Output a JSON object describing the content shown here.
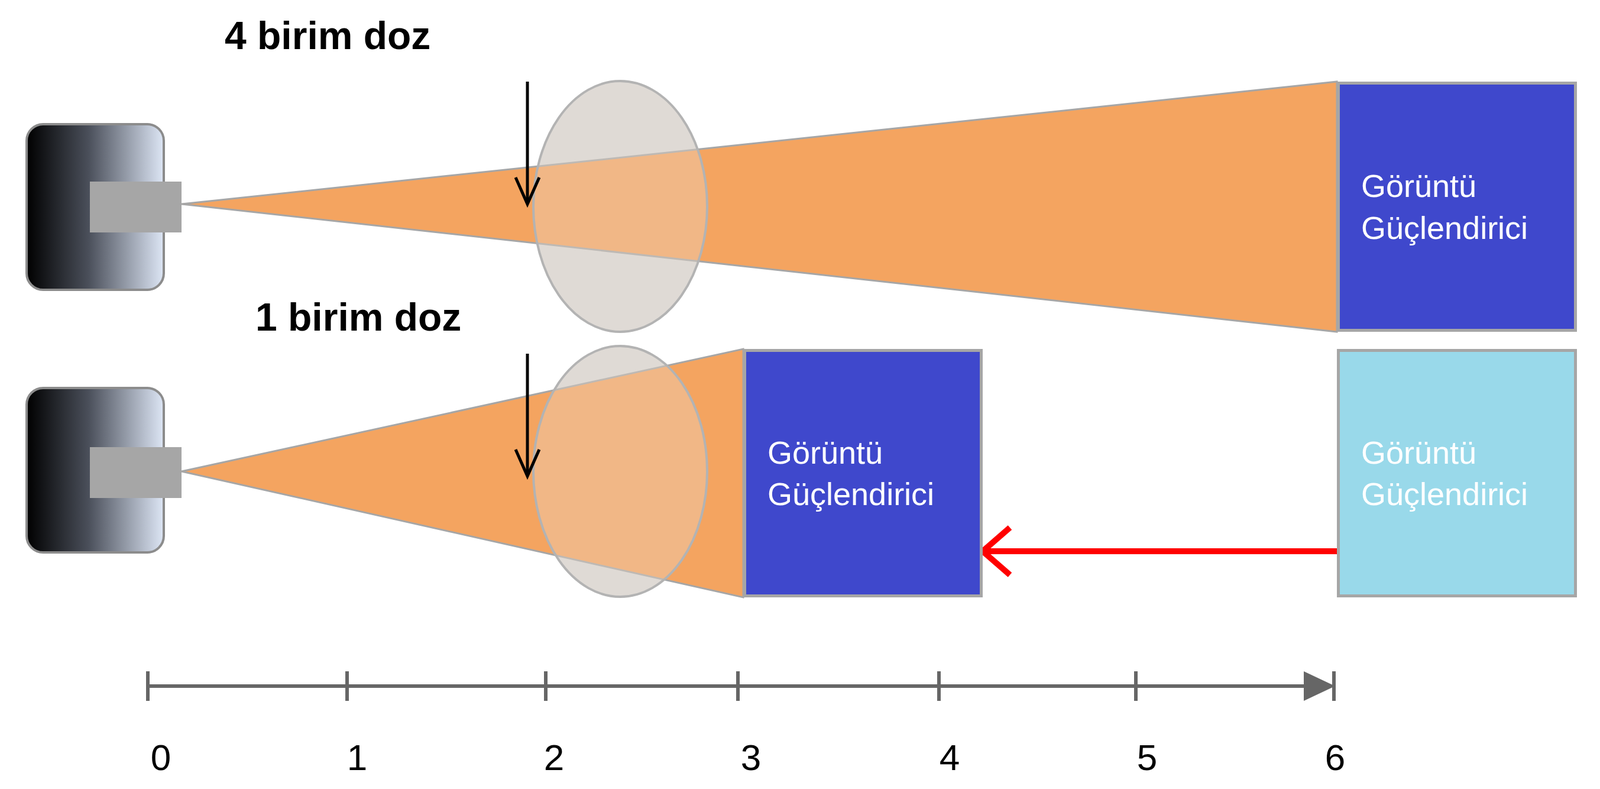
{
  "diagram": {
    "nodes": [
      {
        "text": [
          "Görüntü Güçlendirici"
        ]
      },
      {
        "text": [
          "Görüntü Güçlendirici"
        ]
      },
      {
        "text": [
          "Görüntü Güçlendirici"
        ]
      }
    ],
    "edges": [
      {
        "from": 2,
        "to": 1,
        "arrow": "to"
      }
    ],
    "labels": [
      "4 birim doz",
      "1 birim doz",
      "0",
      "1",
      "2",
      "3",
      "4",
      "5",
      "6"
    ]
  }
}
